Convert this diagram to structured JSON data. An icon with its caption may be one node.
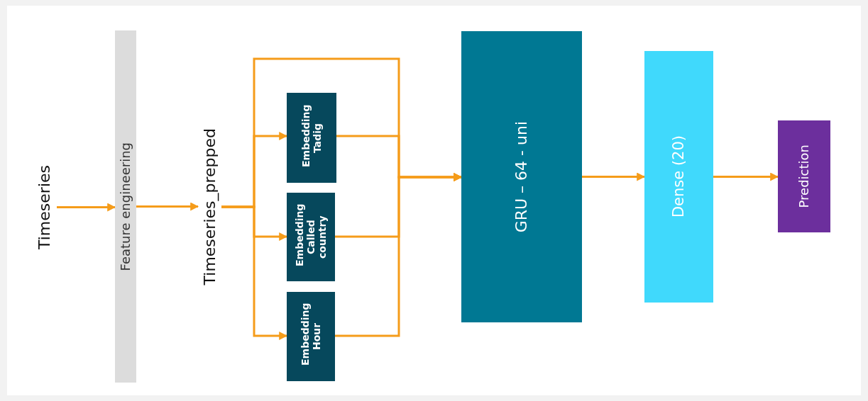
{
  "diagram": {
    "nodes": [
      {
        "text": [
          "Timeseries"
        ]
      },
      {
        "text": [
          "Feature engineering"
        ]
      },
      {
        "text": [
          "Timeseries_prepped"
        ]
      },
      {
        "text": [
          "Embedding Tadig"
        ]
      },
      {
        "text": [
          "Embedding Called country"
        ]
      },
      {
        "text": [
          "Embedding Hour"
        ]
      },
      {
        "text": [
          "GRU – 64 - uni"
        ]
      },
      {
        "text": [
          "Dense (20)"
        ]
      },
      {
        "text": [
          "Prediction"
        ]
      }
    ],
    "edges": [
      {
        "from": 0,
        "to": 1,
        "arrow": "to"
      },
      {
        "from": 1,
        "to": 2,
        "arrow": "to"
      },
      {
        "from": 2,
        "to": 3,
        "arrow": "to"
      },
      {
        "from": 2,
        "to": 4,
        "arrow": "to"
      },
      {
        "from": 2,
        "to": 5,
        "arrow": "to"
      },
      {
        "from": 2,
        "to": 6,
        "arrow": "to"
      },
      {
        "from": 3,
        "to": 6,
        "arrow": "to"
      },
      {
        "from": 4,
        "to": 6,
        "arrow": "to"
      },
      {
        "from": 5,
        "to": 6,
        "arrow": "to"
      },
      {
        "from": 6,
        "to": 7,
        "arrow": "to"
      },
      {
        "from": 7,
        "to": 8,
        "arrow": "to"
      }
    ]
  }
}
